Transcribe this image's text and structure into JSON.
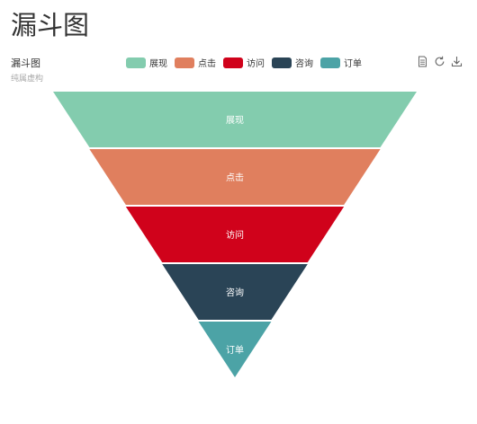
{
  "page": {
    "title": "漏斗图"
  },
  "toolbox": {
    "icons": [
      "data-view-icon",
      "restore-icon",
      "save-image-icon"
    ]
  },
  "chart_data": {
    "type": "funnel",
    "title": "漏斗图",
    "subtitle": "纯属虚构",
    "legend_position": "top-center",
    "categories": [
      "展现",
      "点击",
      "访问",
      "咨询",
      "订单"
    ],
    "values": [
      100,
      80,
      60,
      40,
      20
    ],
    "colors": [
      "#83ccae",
      "#e07f5e",
      "#d0021b",
      "#2a4456",
      "#4ca3a6"
    ],
    "label_color": "#ffffff",
    "sort": "descending",
    "ylim": [
      0,
      100
    ]
  }
}
